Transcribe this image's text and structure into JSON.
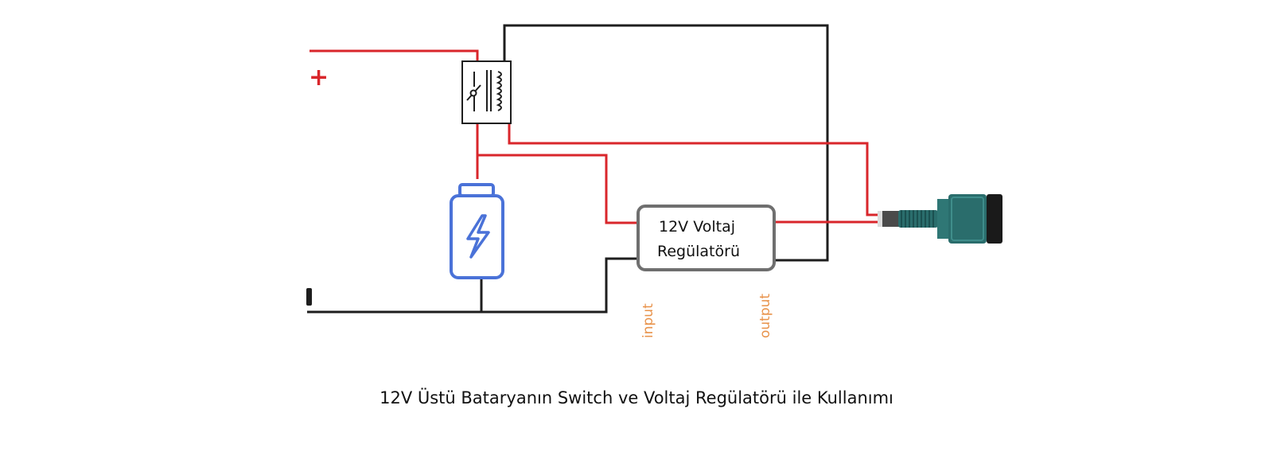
{
  "diagram": {
    "regulator": {
      "line1": "12V Voltaj",
      "line2": "Regülatörü"
    },
    "input_label": "input",
    "output_label": "output",
    "positive_symbol": "+",
    "caption": "12V Üstü Bataryanın Switch ve Voltaj Regülatörü ile Kullanımı"
  },
  "colors": {
    "positive_wire": "#d9262b",
    "negative_wire": "#1e1e1e",
    "battery": "#4a72d8",
    "regulator_border": "#6f6f6f",
    "io_labels": "#e8924a",
    "jack": "#2a6d6c"
  },
  "icons": [
    "relay-switch-icon",
    "battery-icon",
    "dc-jack-connector-icon"
  ]
}
